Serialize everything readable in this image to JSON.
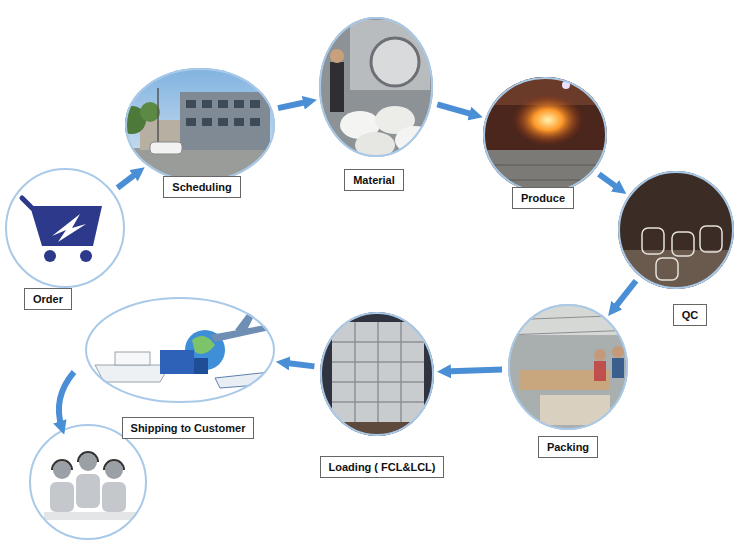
{
  "diagram": {
    "nodes": [
      {
        "text": [
          "Order"
        ]
      },
      {
        "text": [
          "Scheduling"
        ]
      },
      {
        "text": [
          "Material"
        ]
      },
      {
        "text": [
          "Produce"
        ]
      },
      {
        "text": [
          "QC"
        ]
      },
      {
        "text": [
          "Packing"
        ]
      },
      {
        "text": [
          "Loading ( FCL&LCL)"
        ]
      },
      {
        "text": [
          "Shipping to Customer"
        ]
      }
    ],
    "edges": [
      {
        "from": 0,
        "to": 1,
        "arrow": "to"
      },
      {
        "from": 1,
        "to": 2,
        "arrow": "to"
      },
      {
        "from": 2,
        "to": 3,
        "arrow": "to"
      },
      {
        "from": 3,
        "to": 4,
        "arrow": "to"
      },
      {
        "from": 4,
        "to": 5,
        "arrow": "to"
      },
      {
        "from": 5,
        "to": 6,
        "arrow": "to"
      },
      {
        "from": 6,
        "to": 7,
        "arrow": "to"
      }
    ]
  }
}
